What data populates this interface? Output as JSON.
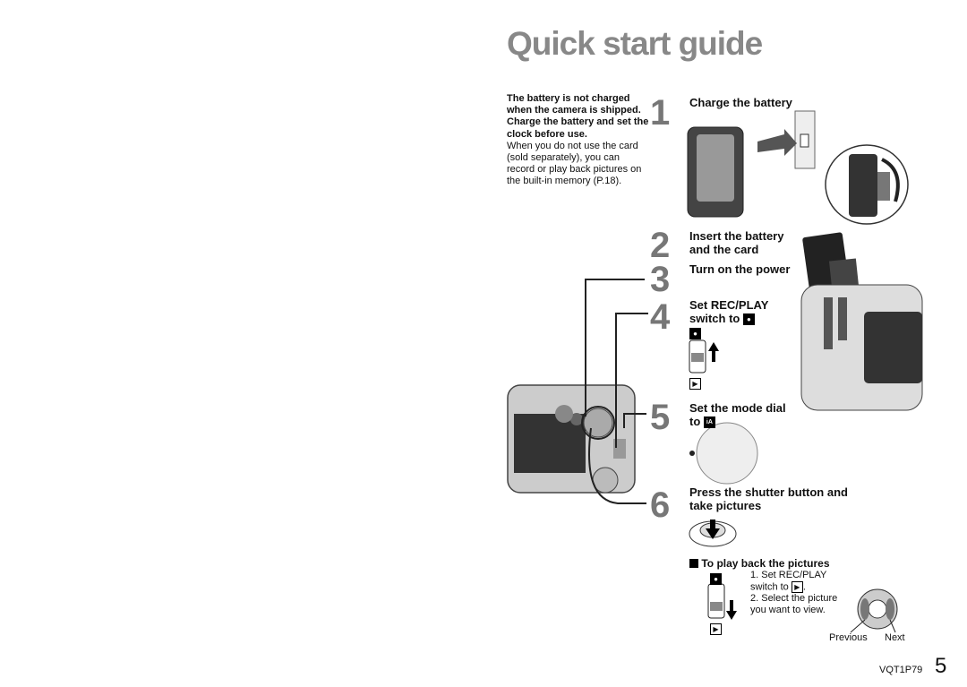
{
  "title": "Quick start guide",
  "note": {
    "bold": "The battery is not charged when the camera is shipped. Charge the battery and set the clock before use.",
    "body": "When you do not use the card (sold separately), you can record or play back pictures on the built-in memory (P.18)."
  },
  "steps": [
    {
      "num": "1",
      "text": "Charge the battery"
    },
    {
      "num": "2",
      "text": "Insert the battery and the card"
    },
    {
      "num": "3",
      "text": "Turn on the power"
    },
    {
      "num": "4",
      "text": "Set REC/PLAY switch to"
    },
    {
      "num": "5",
      "text": "Set the mode dial to"
    },
    {
      "num": "6",
      "text": "Press the shutter button and take pictures"
    }
  ],
  "playback": {
    "heading": "To play back the pictures",
    "item1": "1. Set REC/PLAY switch to",
    "item2": "2. Select the picture you want to view.",
    "previous": "Previous",
    "next": "Next"
  },
  "footer": {
    "code": "VQT1P79",
    "page": "5"
  },
  "icons": [
    "camera-icon",
    "play-icon",
    "ia-icon",
    "up-arrow-icon",
    "down-arrow-icon"
  ]
}
